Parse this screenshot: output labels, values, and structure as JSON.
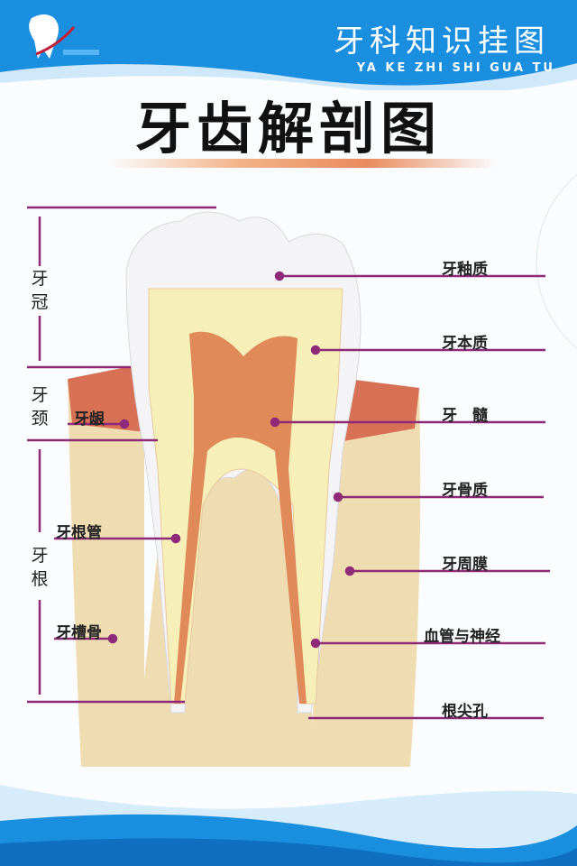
{
  "header": {
    "title": "牙科知识挂图",
    "subtitle": "YA KE ZHI SHI GUA TU",
    "logo_icon": "tooth-mascot-logo"
  },
  "main_title": "牙齿解剖图",
  "colors": {
    "header_blue": "#1a8fe0",
    "leader_line": "#8e2a78",
    "enamel": "#f4f4f6",
    "dentin": "#f6efb8",
    "pulp": "#e08a5a",
    "gum": "#d77055",
    "bone": "#efdcb0"
  },
  "left_regions": [
    {
      "label": "牙冠"
    },
    {
      "label": "牙颈"
    },
    {
      "label": "牙根"
    }
  ],
  "left_labels": [
    {
      "label": "牙龈"
    },
    {
      "label": "牙根管"
    },
    {
      "label": "牙槽骨"
    }
  ],
  "right_labels": [
    {
      "label": "牙釉质"
    },
    {
      "label": "牙本质"
    },
    {
      "label": "牙　髓"
    },
    {
      "label": "牙骨质"
    },
    {
      "label": "牙周膜"
    },
    {
      "label": "血管与神经"
    },
    {
      "label": "根尖孔"
    }
  ]
}
